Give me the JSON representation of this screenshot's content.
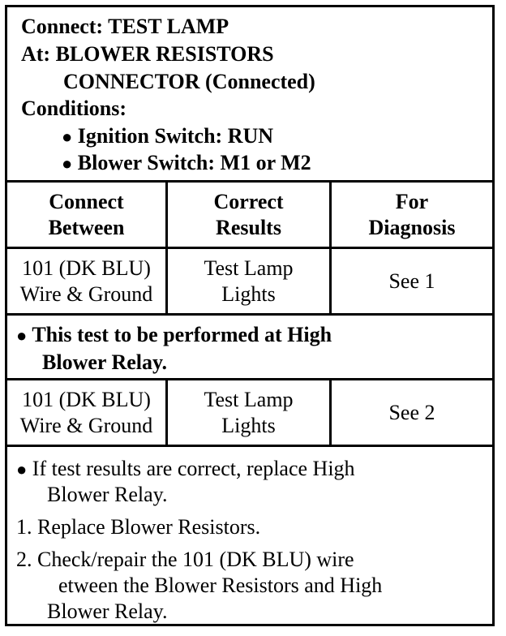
{
  "header": {
    "connect": "Connect: TEST LAMP",
    "at_line1": "At: BLOWER RESISTORS",
    "at_line2": "CONNECTOR (Connected)",
    "conditions": "Conditions:",
    "condition_items": [
      "Ignition Switch: RUN",
      "Blower Switch: M1 or M2"
    ]
  },
  "table": {
    "columns": [
      {
        "line1": "Connect",
        "line2": "Between"
      },
      {
        "line1": "Correct",
        "line2": "Results"
      },
      {
        "line1": "For",
        "line2": "Diagnosis"
      }
    ],
    "row1": {
      "between_line1": "101 (DK BLU)",
      "between_line2": "Wire & Ground",
      "result_line1": "Test Lamp",
      "result_line2": "Lights",
      "diagnosis": "See 1"
    },
    "note": {
      "line1": "This test to be performed at High",
      "line2": "Blower Relay."
    },
    "row2": {
      "between_line1": "101 (DK BLU)",
      "between_line2": "Wire & Ground",
      "result_line1": "Test Lamp",
      "result_line2": "Lights",
      "diagnosis": "See 2"
    }
  },
  "footer": {
    "bullet_line1": "If test results are correct, replace High",
    "bullet_line2": "Blower Relay.",
    "step1": "1.  Replace Blower Resistors.",
    "step2_line1": "2.  Check/repair the 101 (DK BLU) wire",
    "step2_line2": "etween the Blower Resistors and High",
    "step2_line3": "Blower Relay."
  }
}
